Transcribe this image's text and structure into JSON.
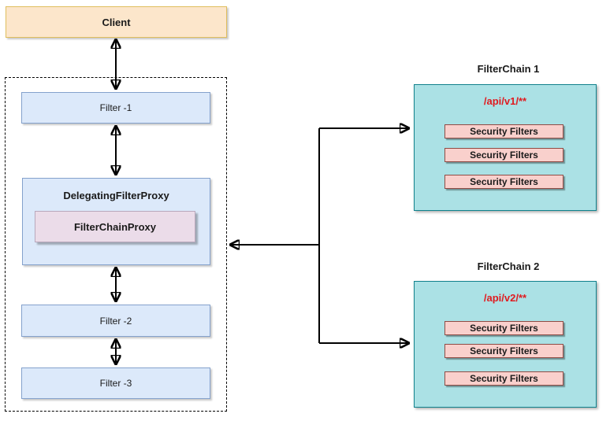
{
  "client": {
    "label": "Client"
  },
  "filter_stack": {
    "filter1": "Filter -1",
    "filter2": "Filter -2",
    "filter3": "Filter -3",
    "delegating_proxy": "DelegatingFilterProxy",
    "filter_chain_proxy": "FilterChainProxy"
  },
  "chains": [
    {
      "title": "FilterChain 1",
      "pattern": "/api/v1/**",
      "filters": [
        "Security Filters",
        "Security Filters",
        "Security Filters"
      ]
    },
    {
      "title": "FilterChain 2",
      "pattern": "/api/v2/**",
      "filters": [
        "Security Filters",
        "Security Filters",
        "Security Filters"
      ]
    }
  ],
  "colors": {
    "client_fill": "#fce6cb",
    "client_border": "#dfbe5e",
    "filter_fill": "#dce9fa",
    "filter_border": "#84a1cc",
    "proxy_fill": "#ebdce9",
    "proxy_border": "#b9a8bc",
    "chain_fill": "#abe1e5",
    "chain_border": "#11818c",
    "security_fill": "#f9d0cc",
    "security_border": "#8f4b44",
    "pattern_text": "#e01b20",
    "arrow": "#000000"
  }
}
